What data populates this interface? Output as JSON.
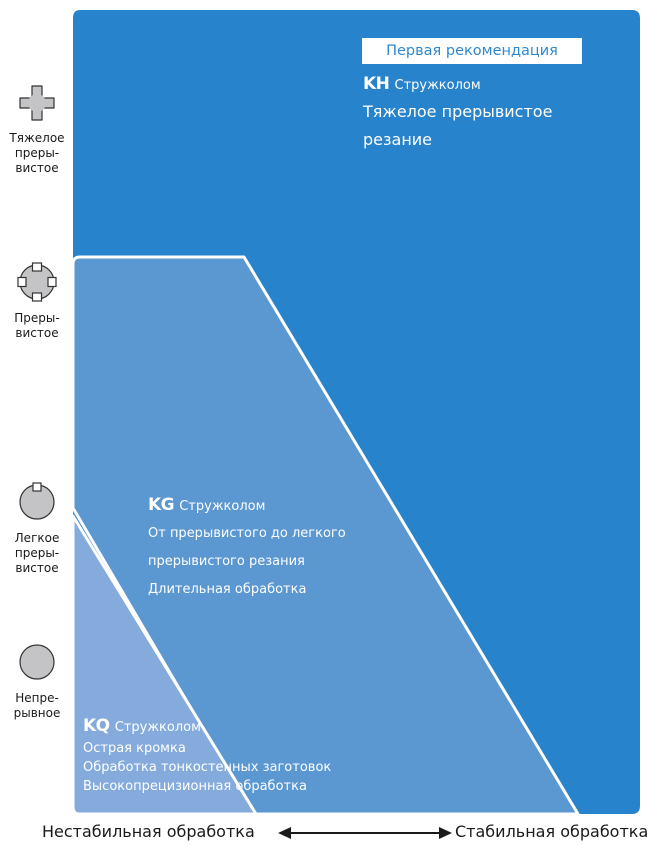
{
  "first_recommendation": "Первая рекомендация",
  "regions": [
    {
      "code": "KH",
      "breaker": "Стружколом",
      "descriptions": [
        "Тяжелое прерывистое",
        "резание"
      ],
      "color": "#2783cb"
    },
    {
      "code": "KG",
      "breaker": "Стружколом",
      "descriptions": [
        "От прерывистого до легкого",
        "прерывистого резания",
        "Длительная обработка"
      ],
      "color": "#5b97d0"
    },
    {
      "code": "KQ",
      "breaker": "Стружколом",
      "descriptions": [
        "Острая кромка",
        "Обработка тонкостенных заготовок",
        "Высокопрецизионная обработка"
      ],
      "color": "#85abdc"
    }
  ],
  "conditions": [
    {
      "label": "Тяжелое\nпреры-\nвистое",
      "icon": "heavy-interrupted-workpiece-icon"
    },
    {
      "label": "Преры-\nвистое",
      "icon": "interrupted-workpiece-icon"
    },
    {
      "label": "Легкое\nпреры-\nвистое",
      "icon": "light-interrupted-workpiece-icon"
    },
    {
      "label": "Непре-\nрывное",
      "icon": "continuous-workpiece-icon"
    }
  ],
  "axis": {
    "left": "Нестабильная обработка",
    "right": "Стабильная обработка"
  },
  "colors": {
    "icon_fill": "#c4c4c6",
    "icon_stroke": "#333333",
    "text": "#1a1a1a"
  }
}
